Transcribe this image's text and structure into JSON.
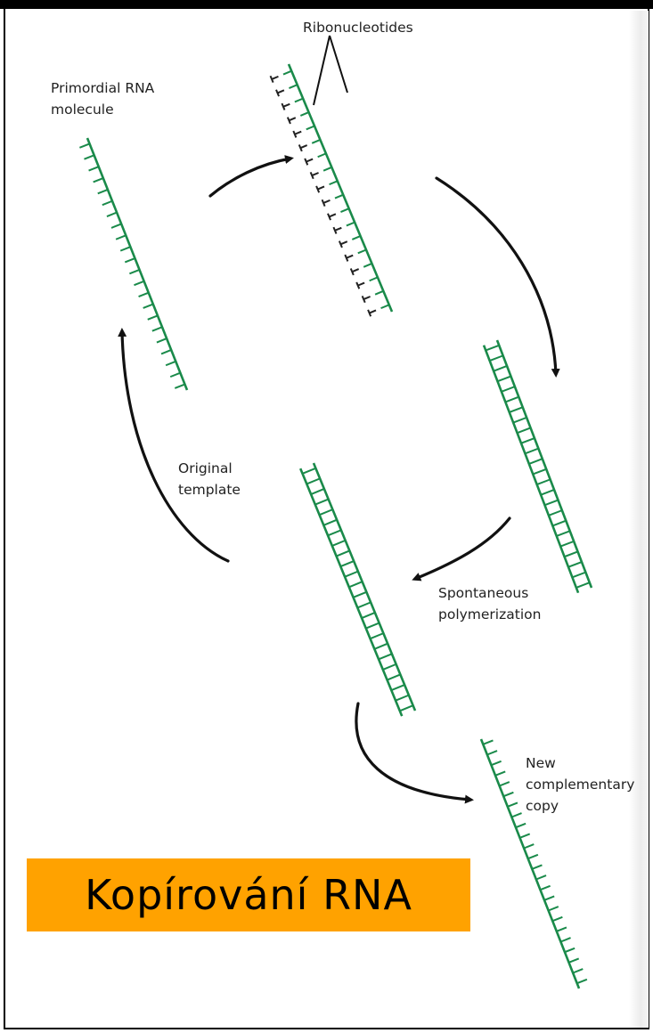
{
  "labels": {
    "ribonucleotides": "Ribonucleotides",
    "primordial_line1": "Primordial RNA",
    "primordial_line2": "molecule",
    "original_line1": "Original",
    "original_line2": "template",
    "spontaneous_line1": "Spontaneous",
    "spontaneous_line2": "polymerization",
    "new_line1": "New",
    "new_line2": "complementary",
    "new_line3": "copy"
  },
  "caption": "Kopírování RNA",
  "colors": {
    "strand": "#1a8a4a",
    "arrow": "#111111",
    "caption_bg": "#ffa200"
  }
}
